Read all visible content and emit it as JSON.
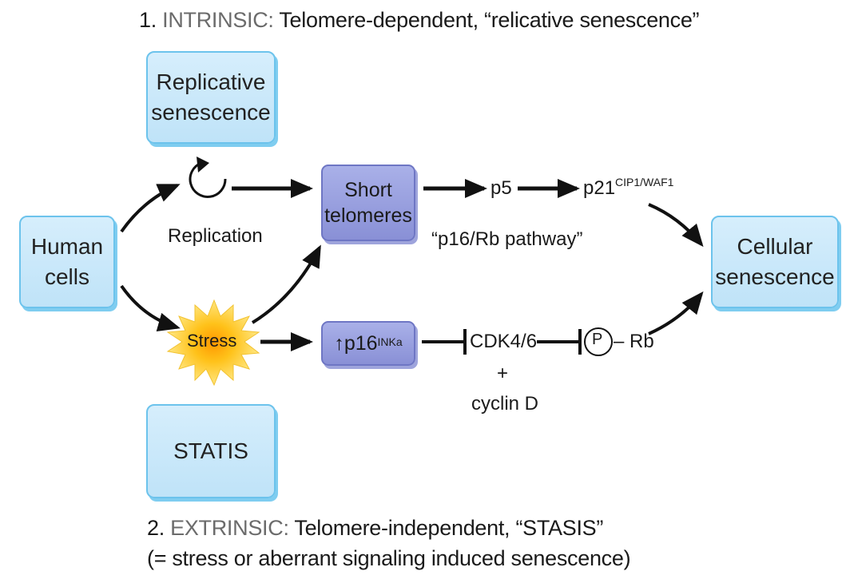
{
  "captions": {
    "intrinsic": {
      "number": "1.",
      "keyword": "INTRINSIC:",
      "rest": "Telomere-dependent, “relicative senescence”"
    },
    "extrinsic": {
      "number": "2.",
      "keyword": "EXTRINSIC:",
      "rest": "Telomere-independent, “STASIS”"
    },
    "extrinsic_note": "(= stress or aberrant signaling induced senescence)"
  },
  "boxes": {
    "replicative_line1": "Replicative",
    "replicative_line2": "senescence",
    "human_line1": "Human",
    "human_line2": "cells",
    "cellular_line1": "Cellular",
    "cellular_line2": "senescence",
    "statis": "STATIS",
    "short_line1": "Short",
    "short_line2": "telomeres",
    "p16_base": "p16",
    "p16_sup": "INKa"
  },
  "labels": {
    "replication": "Replication",
    "stress": "Stress",
    "p5": "p5",
    "p21_base": "p21",
    "p21_sup": "CIP1/WAF1",
    "pathway": "“p16/Rb pathway”",
    "cdk": "CDK4/6",
    "plus": "+",
    "cyclin": "cyclin D",
    "phospho": "P",
    "rb": "– Rb"
  },
  "colors": {
    "light_box": "#c9e8fa",
    "light_border": "#6cc3ec",
    "purple_box": "#9aa0df",
    "stress_center": "#ffb300",
    "keyword_gray": "#6b6b6b"
  }
}
